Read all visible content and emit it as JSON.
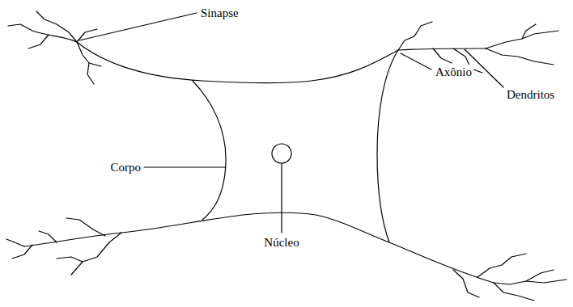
{
  "diagram": {
    "labels": [
      "Sinapse",
      "Dendritos",
      "Axônio",
      "Corpo",
      "Núcleo"
    ]
  }
}
